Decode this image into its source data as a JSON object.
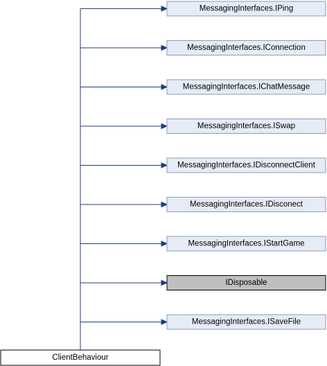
{
  "diagram": {
    "root": {
      "label": "ClientBehaviour"
    },
    "bases": [
      {
        "label": "MessagingInterfaces.IPing",
        "style": "normal"
      },
      {
        "label": "MessagingInterfaces.IConnection",
        "style": "normal"
      },
      {
        "label": "MessagingInterfaces.IChatMessage",
        "style": "normal"
      },
      {
        "label": "MessagingInterfaces.ISwap",
        "style": "normal"
      },
      {
        "label": "MessagingInterfaces.IDisconnectClient",
        "style": "normal"
      },
      {
        "label": "MessagingInterfaces.IDisconect",
        "style": "normal"
      },
      {
        "label": "MessagingInterfaces.IStartGame",
        "style": "normal"
      },
      {
        "label": "IDisposable",
        "style": "current"
      },
      {
        "label": "MessagingInterfaces.ISaveFile",
        "style": "normal"
      }
    ]
  }
}
